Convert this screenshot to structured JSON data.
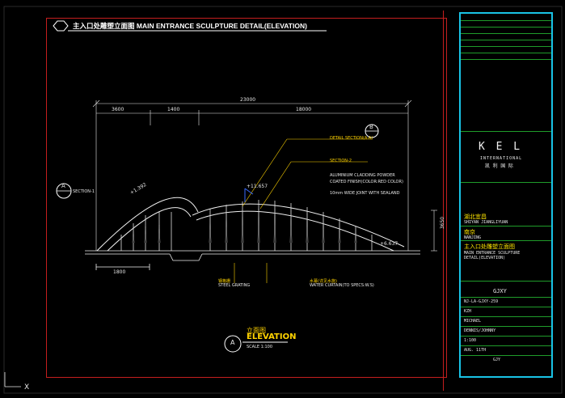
{
  "drawing": {
    "header_title": "主入口处雕塑立面图 MAIN ENTRANCE SCULPTURE DETAIL(ELEVATION)",
    "elevation_title_cn": "立面图",
    "elevation_title_en": "ELEVATION",
    "elevation_scale": "SCALE  1:100",
    "elevation_marker": "A",
    "section_marker_left": "A",
    "section_marker_right": "B",
    "cursor_x": "X"
  },
  "dimensions": {
    "overall": "23000",
    "seg1": "3600",
    "seg2": "1400",
    "seg3": "18000",
    "base_left": "1800",
    "height_right": "3650",
    "level_left": "+1.392",
    "level_mid": "+11.657",
    "level_right": "+6.637"
  },
  "annotations": {
    "section_left": "SECTION-1",
    "callout1": "DETAIL SECTION(A-A)",
    "callout2": "SECTION-2",
    "callout3": "ALUMINIUM CLADDING POWDER",
    "callout4": "COATED FINISH(COLOR:RED COLOR)",
    "callout5": "10mm WIDE JOINT WITH SEALAND",
    "steel_cn": "钢格栅",
    "steel_en": "STEEL GRATING",
    "water_cn": "水幕(详见水施)",
    "water_en": "WATER CURTAIN(TO SPECS:W.S)"
  },
  "title_block": {
    "logo": "K E L",
    "logo_sub": "INTERNATIONAL",
    "logo_cn": "凯 利 国 际",
    "client_label_cn": "湖北宜昌",
    "client_label_en": "SHIYAN JIANGLIYUAN",
    "project_cn": "南京",
    "project_en": "NANJING",
    "drawing_title_cn": "主入口处雕塑立面图",
    "drawing_title_en1": "MAIN ENTRANCE SCULPTURE",
    "drawing_title_en2": "DETAIL(ELEVATION)",
    "stage": "GJXY",
    "drawing_no": "NJ-LA-GJXY-259",
    "drawn": "KZH",
    "checked": "MICHAEL",
    "approved": "DENNIS/JOHNNY",
    "scale": "1:100",
    "date": "AUG. 11TH",
    "sheet": "GJY"
  },
  "colors": {
    "red_frame": "#c41e1e",
    "cyan": "#19c3e6",
    "green": "#1f9c2a",
    "yellow": "#ffe600",
    "white": "#e8e8e8"
  }
}
